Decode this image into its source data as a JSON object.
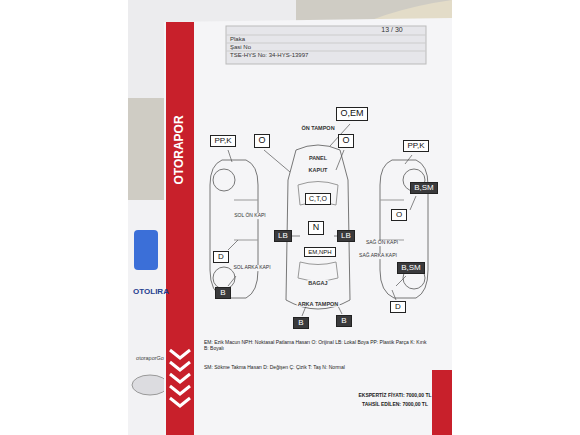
{
  "diagram": {
    "nodes": [
      {
        "text": [
          "O,EM"
        ]
      },
      {
        "text": [
          "PP,K"
        ]
      },
      {
        "text": [
          "O"
        ]
      },
      {
        "text": [
          "O"
        ]
      },
      {
        "text": [
          "PP,K"
        ]
      },
      {
        "text": [
          "C,T,O"
        ]
      },
      {
        "text": [
          "B,SM"
        ]
      },
      {
        "text": [
          "O"
        ]
      },
      {
        "text": [
          "N"
        ]
      },
      {
        "text": [
          "LB"
        ]
      },
      {
        "text": [
          "LB"
        ]
      },
      {
        "text": [
          "EM,NPH"
        ]
      },
      {
        "text": [
          "D"
        ]
      },
      {
        "text": [
          "B,SM"
        ]
      },
      {
        "text": [
          "B"
        ]
      },
      {
        "text": [
          "D"
        ]
      },
      {
        "text": [
          "B"
        ]
      },
      {
        "text": [
          "B"
        ]
      }
    ],
    "labels": [
      "OTORAPOR",
      "OTOLIRA",
      "13 / 30",
      "Plaka",
      "Şasi No",
      "TSE-HYS No: 34-HYS-13997",
      "ÖN TAMPON",
      "PANEL",
      "KAPUT",
      "BAGAJ",
      "ARKA TAMPON",
      "SOL ÖN KAPI",
      "SOL ARKA KAPI",
      "SAĞ ÖN KAPI",
      "SAĞ ARKA KAPI",
      "EM: Ezik Macun NPH: Noktasal Patlama Hasarı O: Orijinal LB: Lokal Boya PP: Plastik Parça K: Kırık B: Boyalı",
      "SM: Sökme Takma Hasarı D: Değişen Ç: Çizik T: Taş N: Normal",
      "EKSPERTİZ FİYATI: 7000,00 TL",
      "TAHSİL EDİLEN: 7000,00 TL",
      "otoraporGo"
    ]
  }
}
